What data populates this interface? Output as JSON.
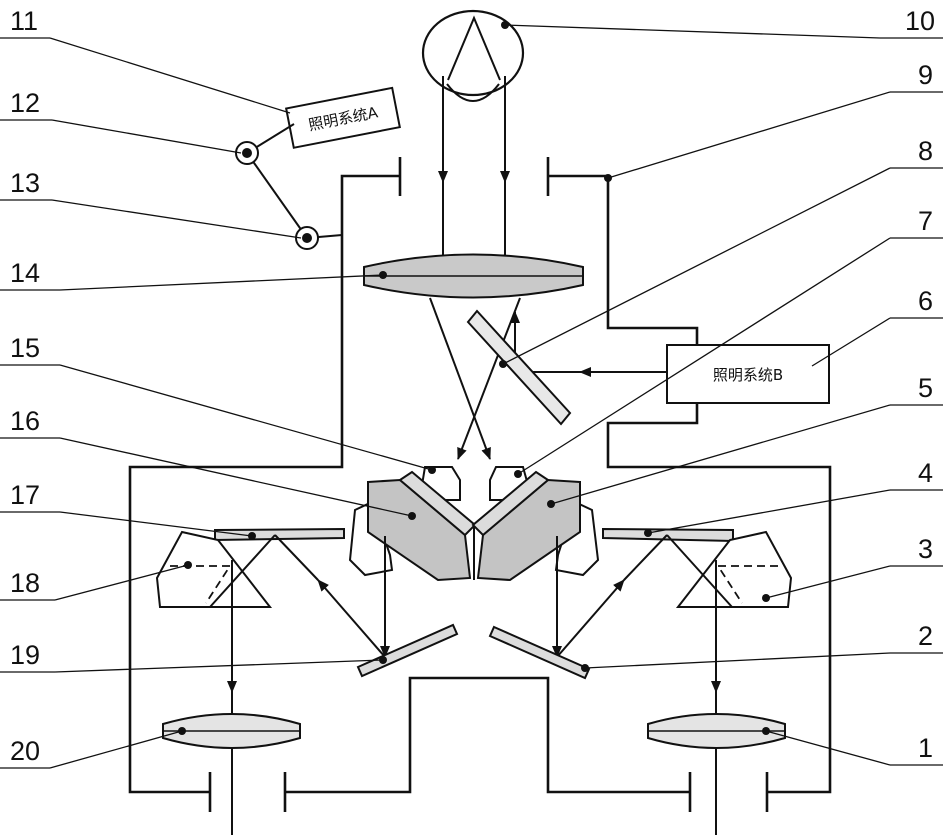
{
  "colors": {
    "line": "#111111",
    "objective_lens": "#c9c9c9",
    "small_lens": "#e4e4e4",
    "prism": "#c4c4c4",
    "mirror": "#dcdcdc"
  },
  "boxes": {
    "illumination_a": "照明系统A",
    "illumination_b": "照明系统B"
  },
  "labels": {
    "n1": "1",
    "n2": "2",
    "n3": "3",
    "n4": "4",
    "n5": "5",
    "n6": "6",
    "n7": "7",
    "n8": "8",
    "n9": "9",
    "n10": "10",
    "n11": "11",
    "n12": "12",
    "n13": "13",
    "n14": "14",
    "n15": "15",
    "n16": "16",
    "n17": "17",
    "n18": "18",
    "n19": "19",
    "n20": "20"
  }
}
